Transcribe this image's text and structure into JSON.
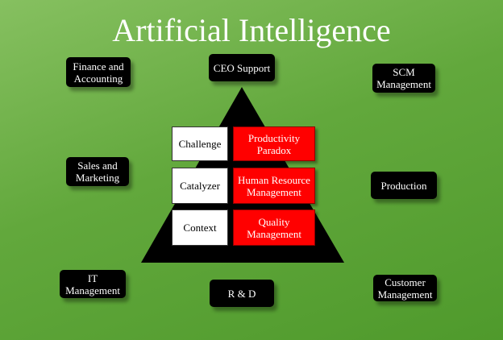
{
  "title": "Artificial Intelligence",
  "colors": {
    "background": "#62a83c",
    "box": "#000000",
    "box_text": "#ffffff",
    "pyramid": "#000000",
    "highlight": "#ff0000"
  },
  "outer_boxes": {
    "finance": "Finance and\nAccounting",
    "ceo": "CEO Support",
    "scm": "SCM\nManagement",
    "sales": "Sales and\nMarketing",
    "production": "Production",
    "it": "IT\nManagement",
    "rd": "R & D",
    "customer": "Customer\nManagement"
  },
  "pyramid": {
    "rows": [
      {
        "label": "Challenge",
        "value": "Productivity\nParadox"
      },
      {
        "label": "Catalyzer",
        "value": "Human Resource\nManagement"
      },
      {
        "label": "Context",
        "value": "Quality\nManagement"
      }
    ]
  }
}
